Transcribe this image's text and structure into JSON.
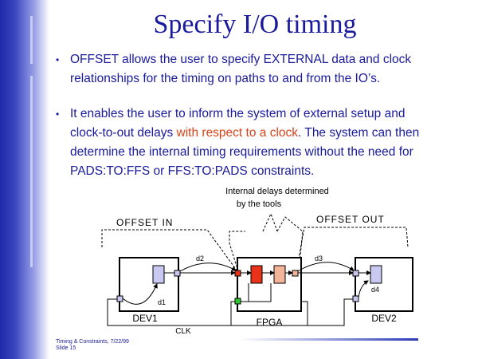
{
  "slide": {
    "title": "Specify I/O timing",
    "bullet1": "OFFSET allows the user to specify EXTERNAL data and clock relationships for the timing on paths to and from the IO’s.",
    "bullet2_pre": "It enables the user to inform the system of external setup and clock-to-out delays ",
    "bullet2_highlight": "with respect to a clock",
    "bullet2_post": ". The system can then determine the internal timing requirements without the need for PADS:TO:FFS or FFS:TO:PADS constraints.",
    "footnote_line1": "Timing & Constraints, 7/22/99",
    "footnote_line2": "Slide 15"
  },
  "diagram": {
    "internal_delays_label_1": "Internal delays determined",
    "internal_delays_label_2": "by the tools",
    "offset_in_label": "OFFSET   IN",
    "offset_out_label": "OFFSET   OUT",
    "dev1_label": "DEV1",
    "fpga_label": "FPGA",
    "dev2_label": "DEV2",
    "clk_label": "CLK",
    "d1_label": "d1",
    "d2_label": "d2",
    "d3_label": "d3",
    "d4_label": "d4"
  },
  "colors": {
    "title": "#1a1a9c",
    "highlight": "#d8431a",
    "ff_red": "#e8321a",
    "ff_salmon": "#f4b49a",
    "ff_lavender": "#c8c8f0",
    "pad_green": "#2ec82e"
  }
}
